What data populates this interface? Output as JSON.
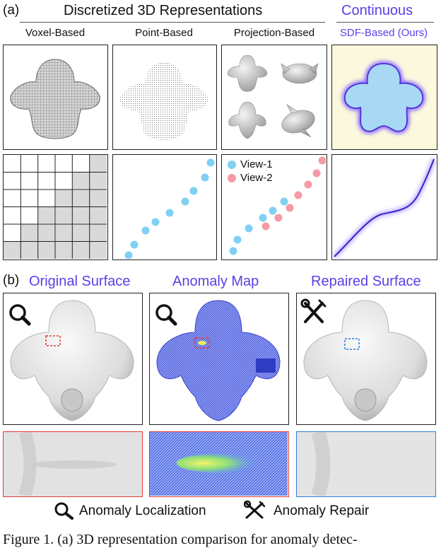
{
  "part_a": {
    "label": "(a)",
    "discretized_title": "Discretized 3D Representations",
    "continuous_title": "Continuous",
    "columns": [
      "Voxel-Based",
      "Point-Based",
      "Projection-Based",
      "SDF-Based (Ours)"
    ],
    "legend": [
      "View-1",
      "View-2"
    ]
  },
  "part_b": {
    "label": "(b)",
    "titles": [
      "Original Surface",
      "Anomaly Map",
      "Repaired Surface"
    ],
    "bottom_legend": [
      "Anomaly Localization",
      "Anomaly Repair"
    ]
  },
  "caption": "Figure 1. (a) 3D representation comparison for anomaly detec-",
  "colors": {
    "accent": "#5a3fe6",
    "sdf_background": "#fbf8dd",
    "sdf_shape": "#a9d8f5",
    "view1": "#7fd0f2",
    "view2": "#f59aa6",
    "anomaly_box": "#e53935",
    "repair_box": "#2f7de0"
  },
  "icons": [
    "magnifier-icon",
    "tools-icon"
  ]
}
